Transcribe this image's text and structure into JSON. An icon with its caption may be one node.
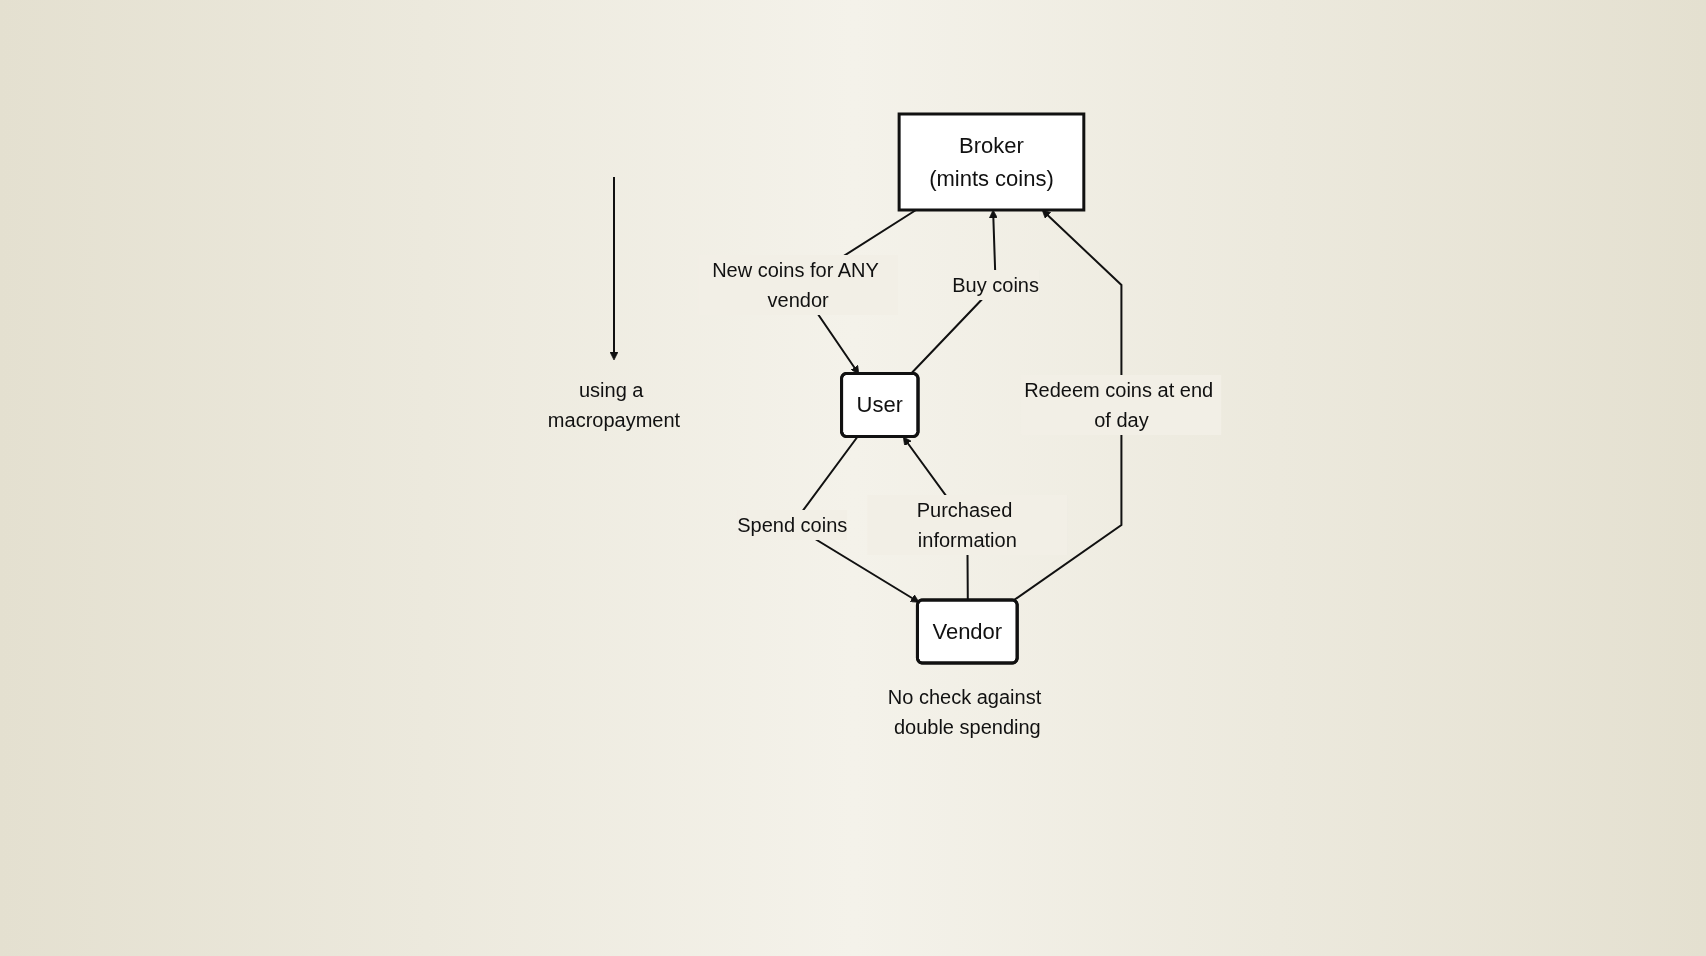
{
  "diagram": {
    "nodes": [
      {
        "text": [
          "using a macropayment"
        ]
      },
      {
        "text": [
          "Broker",
          "(mints coins)"
        ]
      },
      {
        "text": [
          "User"
        ]
      },
      {
        "text": [
          "Vendor"
        ],
        "beside": [
          "No check against double spending"
        ]
      }
    ],
    "edges": [
      {
        "from": 2,
        "to": 1,
        "arrow": "to",
        "label": "Buy coins"
      },
      {
        "from": null,
        "to": 0,
        "arrow": "to"
      },
      {
        "from": 1,
        "to": 2,
        "arrow": "to",
        "label": "New coins for ANY vendor"
      },
      {
        "from": 3,
        "to": 1,
        "arrow": "to",
        "label": "Redeem coins at end of day"
      },
      {
        "from": 2,
        "to": 3,
        "arrow": "to",
        "label": "Spend coins"
      },
      {
        "from": 3,
        "to": 2,
        "arrow": "to",
        "label": "Purchased information"
      }
    ]
  }
}
